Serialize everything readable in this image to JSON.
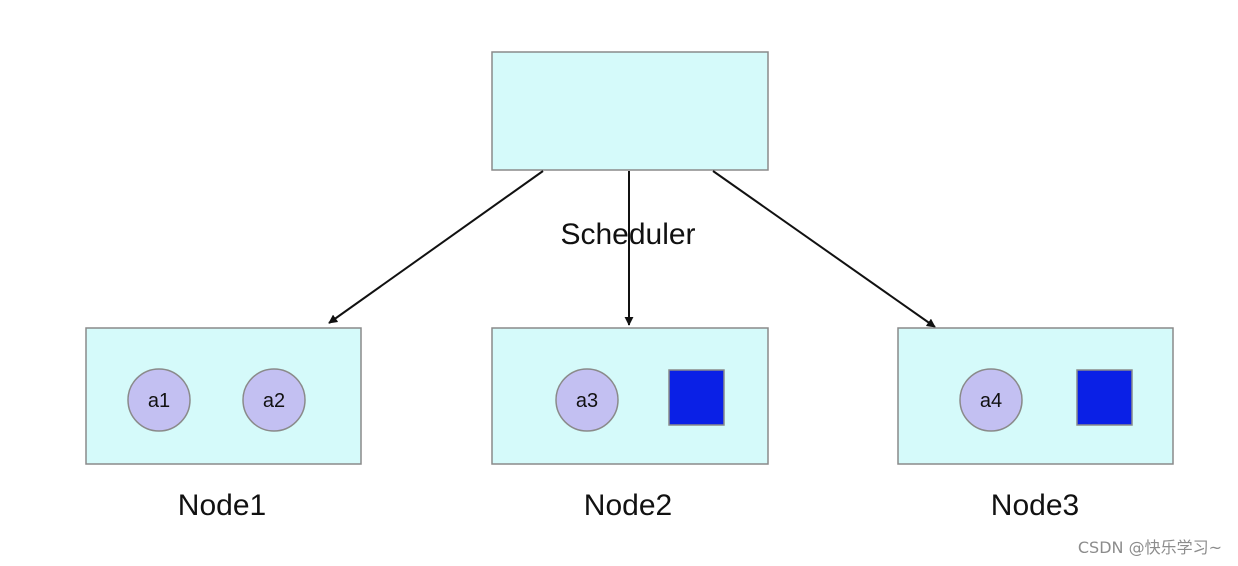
{
  "scheduler": {
    "label": "Scheduler"
  },
  "nodes": [
    {
      "label": "Node1",
      "pods": [
        "a1",
        "a2"
      ],
      "has_square": false
    },
    {
      "label": "Node2",
      "pods": [
        "a3"
      ],
      "has_square": true
    },
    {
      "label": "Node3",
      "pods": [
        "a4"
      ],
      "has_square": true
    }
  ],
  "colors": {
    "box_fill": "#d5fafa",
    "pod_fill": "#c3c0f2",
    "square_fill": "#0a20e6"
  },
  "watermark": "CSDN @快乐学习~"
}
